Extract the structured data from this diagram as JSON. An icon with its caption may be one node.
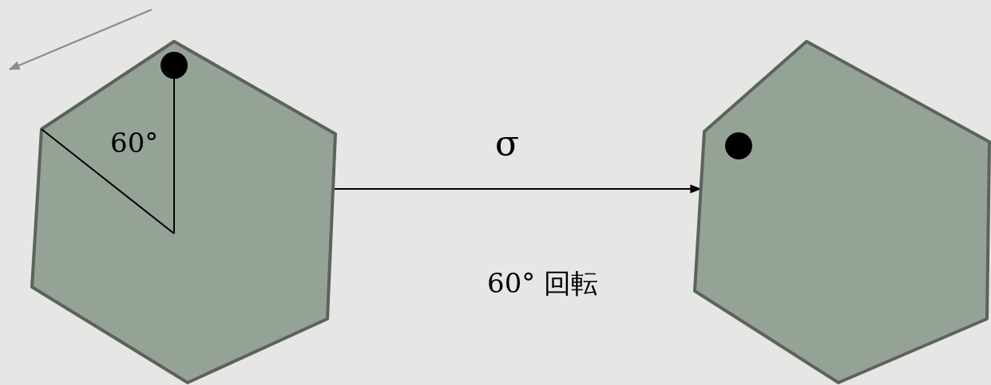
{
  "diagram": {
    "nodes": [
      {
        "text": [
          "60°"
        ]
      },
      {
        "text": [],
        "shape": "hexagon"
      }
    ],
    "edges": [
      {
        "from": 0,
        "to": 1,
        "arrow": "to",
        "label": "σ"
      }
    ],
    "labels": [
      "60° 回転"
    ]
  }
}
